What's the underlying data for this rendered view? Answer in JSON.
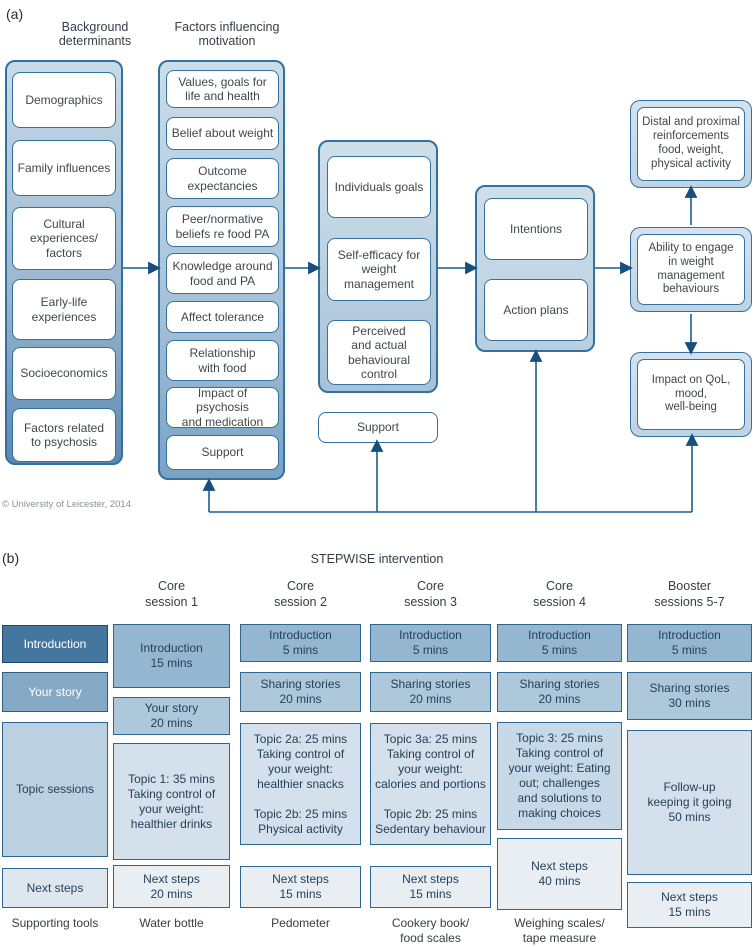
{
  "colors": {
    "line_blue": "#1d5c8e",
    "border_blue": "#35719e",
    "intro_label_bg": "#45769f",
    "story_label_bg": "#85a9c5",
    "topic_label_bg": "#bbd0e0",
    "next_label_bg": "#dfe7ee"
  },
  "a": {
    "label": "(a)",
    "copyright": "© University of Leicester, 2014",
    "bg": {
      "header": "Background\ndeterminants",
      "items": [
        "Demographics",
        "Family influences",
        "Cultural\nexperiences/\nfactors",
        "Early-life\nexperiences",
        "Socioeconomics",
        "Factors related\nto psychosis"
      ]
    },
    "factors": {
      "header": "Factors influencing\nmotivation",
      "items": [
        "Values, goals for\nlife and health",
        "Belief about weight",
        "Outcome\nexpectancies",
        "Peer/normative\nbeliefs re food PA",
        "Knowledge around\nfood and PA",
        "Affect tolerance",
        "Relationship\nwith food",
        "Impact of psychosis\nand medication",
        "Support"
      ]
    },
    "motivation": {
      "items": [
        "Individuals goals",
        "Self-efficacy for\nweight\nmanagement",
        "Perceived\nand actual\nbehavioural\ncontrol"
      ]
    },
    "support": "Support",
    "plans": {
      "items": [
        "Intentions",
        "Action plans"
      ]
    },
    "outcomes": {
      "distal": "Distal and proximal\nreinforcements\nfood, weight,\nphysical activity",
      "ability": "Ability to engage\nin weight\nmanagement\nbehaviours",
      "impact": "Impact on QoL,\nmood,\nwell-being"
    }
  },
  "b": {
    "label": "(b)",
    "title": "STEPWISE intervention",
    "rows": {
      "introduction": "Introduction",
      "your_story": "Your story",
      "topics": "Topic sessions",
      "next_steps": "Next steps",
      "tools": "Supporting tools"
    },
    "sessions": [
      {
        "header": "Core\nsession 1",
        "intro": "Introduction\n15 mins",
        "story": "Your story\n20 mins",
        "topic": "Topic 1: 35 mins\nTaking control of\nyour weight:\nhealthier drinks",
        "next": "Next steps\n20 mins",
        "tool": "Water bottle"
      },
      {
        "header": "Core\nsession 2",
        "intro": "Introduction\n5 mins",
        "story": "Sharing stories\n20 mins",
        "topic": "Topic 2a: 25 mins\nTaking control of\nyour weight:\nhealthier snacks\n\nTopic 2b: 25 mins\nPhysical activity",
        "next": "Next steps\n15 mins",
        "tool": "Pedometer"
      },
      {
        "header": "Core\nsession 3",
        "intro": "Introduction\n5 mins",
        "story": "Sharing stories\n20 mins",
        "topic": "Topic 3a: 25 mins\nTaking control of\nyour weight:\ncalories and portions\n\nTopic 2b: 25 mins\nSedentary behaviour",
        "next": "Next steps\n15 mins",
        "tool": "Cookery book/\nfood scales"
      },
      {
        "header": "Core\nsession 4",
        "intro": "Introduction\n5 mins",
        "story": "Sharing stories\n20 mins",
        "topic": "Topic 3: 25 mins\nTaking control of\nyour weight: Eating\nout; challenges\nand solutions to\nmaking choices",
        "next": "Next steps\n40 mins",
        "tool": "Weighing scales/\ntape measure"
      },
      {
        "header": "Booster\nsessions 5-7",
        "intro": "Introduction\n5 mins",
        "story": "Sharing stories\n30 mins",
        "topic": "Follow-up\nkeeping it going\n50 mins",
        "next": "Next steps\n15 mins",
        "tool": ""
      }
    ]
  }
}
